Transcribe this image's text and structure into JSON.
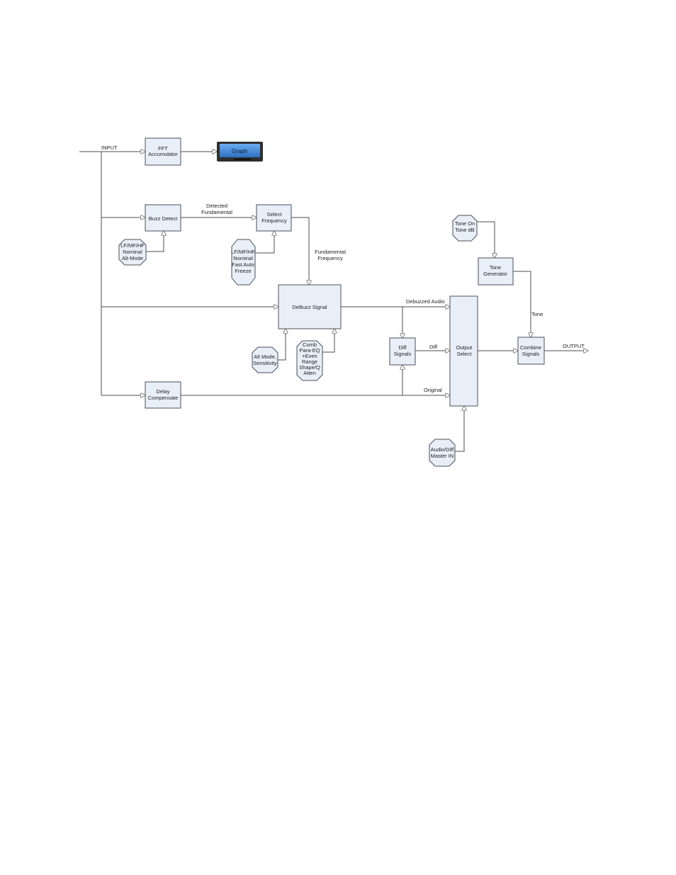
{
  "colors": {
    "box_fill": "#e9eff8",
    "box_stroke": "#4a4f58",
    "wire": "#4d4d4d",
    "graph_screen": "#3a83d6",
    "graph_bezel": "#2e2e2e"
  },
  "blocks": {
    "fft": [
      "FFT",
      "Accumulator"
    ],
    "graph": [
      "Graph"
    ],
    "buzz_detect": [
      "Buzz Detect"
    ],
    "select_freq": [
      "Select",
      "Frequency"
    ],
    "debuzz": [
      "DeBuzz Signal"
    ],
    "delay": [
      "Delay",
      "Compensate"
    ],
    "diff": [
      "Diff",
      "Signals"
    ],
    "output_select": [
      "Output",
      "Select"
    ],
    "tone_gen": [
      "Tone",
      "Generator"
    ],
    "combine": [
      "Combine",
      "Signals"
    ]
  },
  "controls": {
    "buzz_params": [
      "LF/MF/HF",
      "Nominal",
      "Alt-Mode"
    ],
    "select_params": [
      "LF/MF/HF",
      "Nominal",
      "Fast Auto",
      "Freeze"
    ],
    "alt_mode": [
      "Alt Mode,",
      "Sensitivity"
    ],
    "comb": [
      "Comb",
      "Para-EQ",
      "+Even",
      "Range",
      "Shape/Q",
      "Atten"
    ],
    "tone_on": [
      "Tone On",
      "Tone dB"
    ],
    "master": [
      "Audio/Diff",
      "Master IN"
    ]
  },
  "labels": {
    "input": "INPUT",
    "output": "OUTPUT",
    "detected": [
      "Detected",
      "Fundamental"
    ],
    "fundamental": [
      "Fundamental",
      "Frequency"
    ],
    "debuzzed_audio": "Debuzzed Audio",
    "diff": "Diff",
    "original": "Original",
    "tone": "Tone"
  }
}
